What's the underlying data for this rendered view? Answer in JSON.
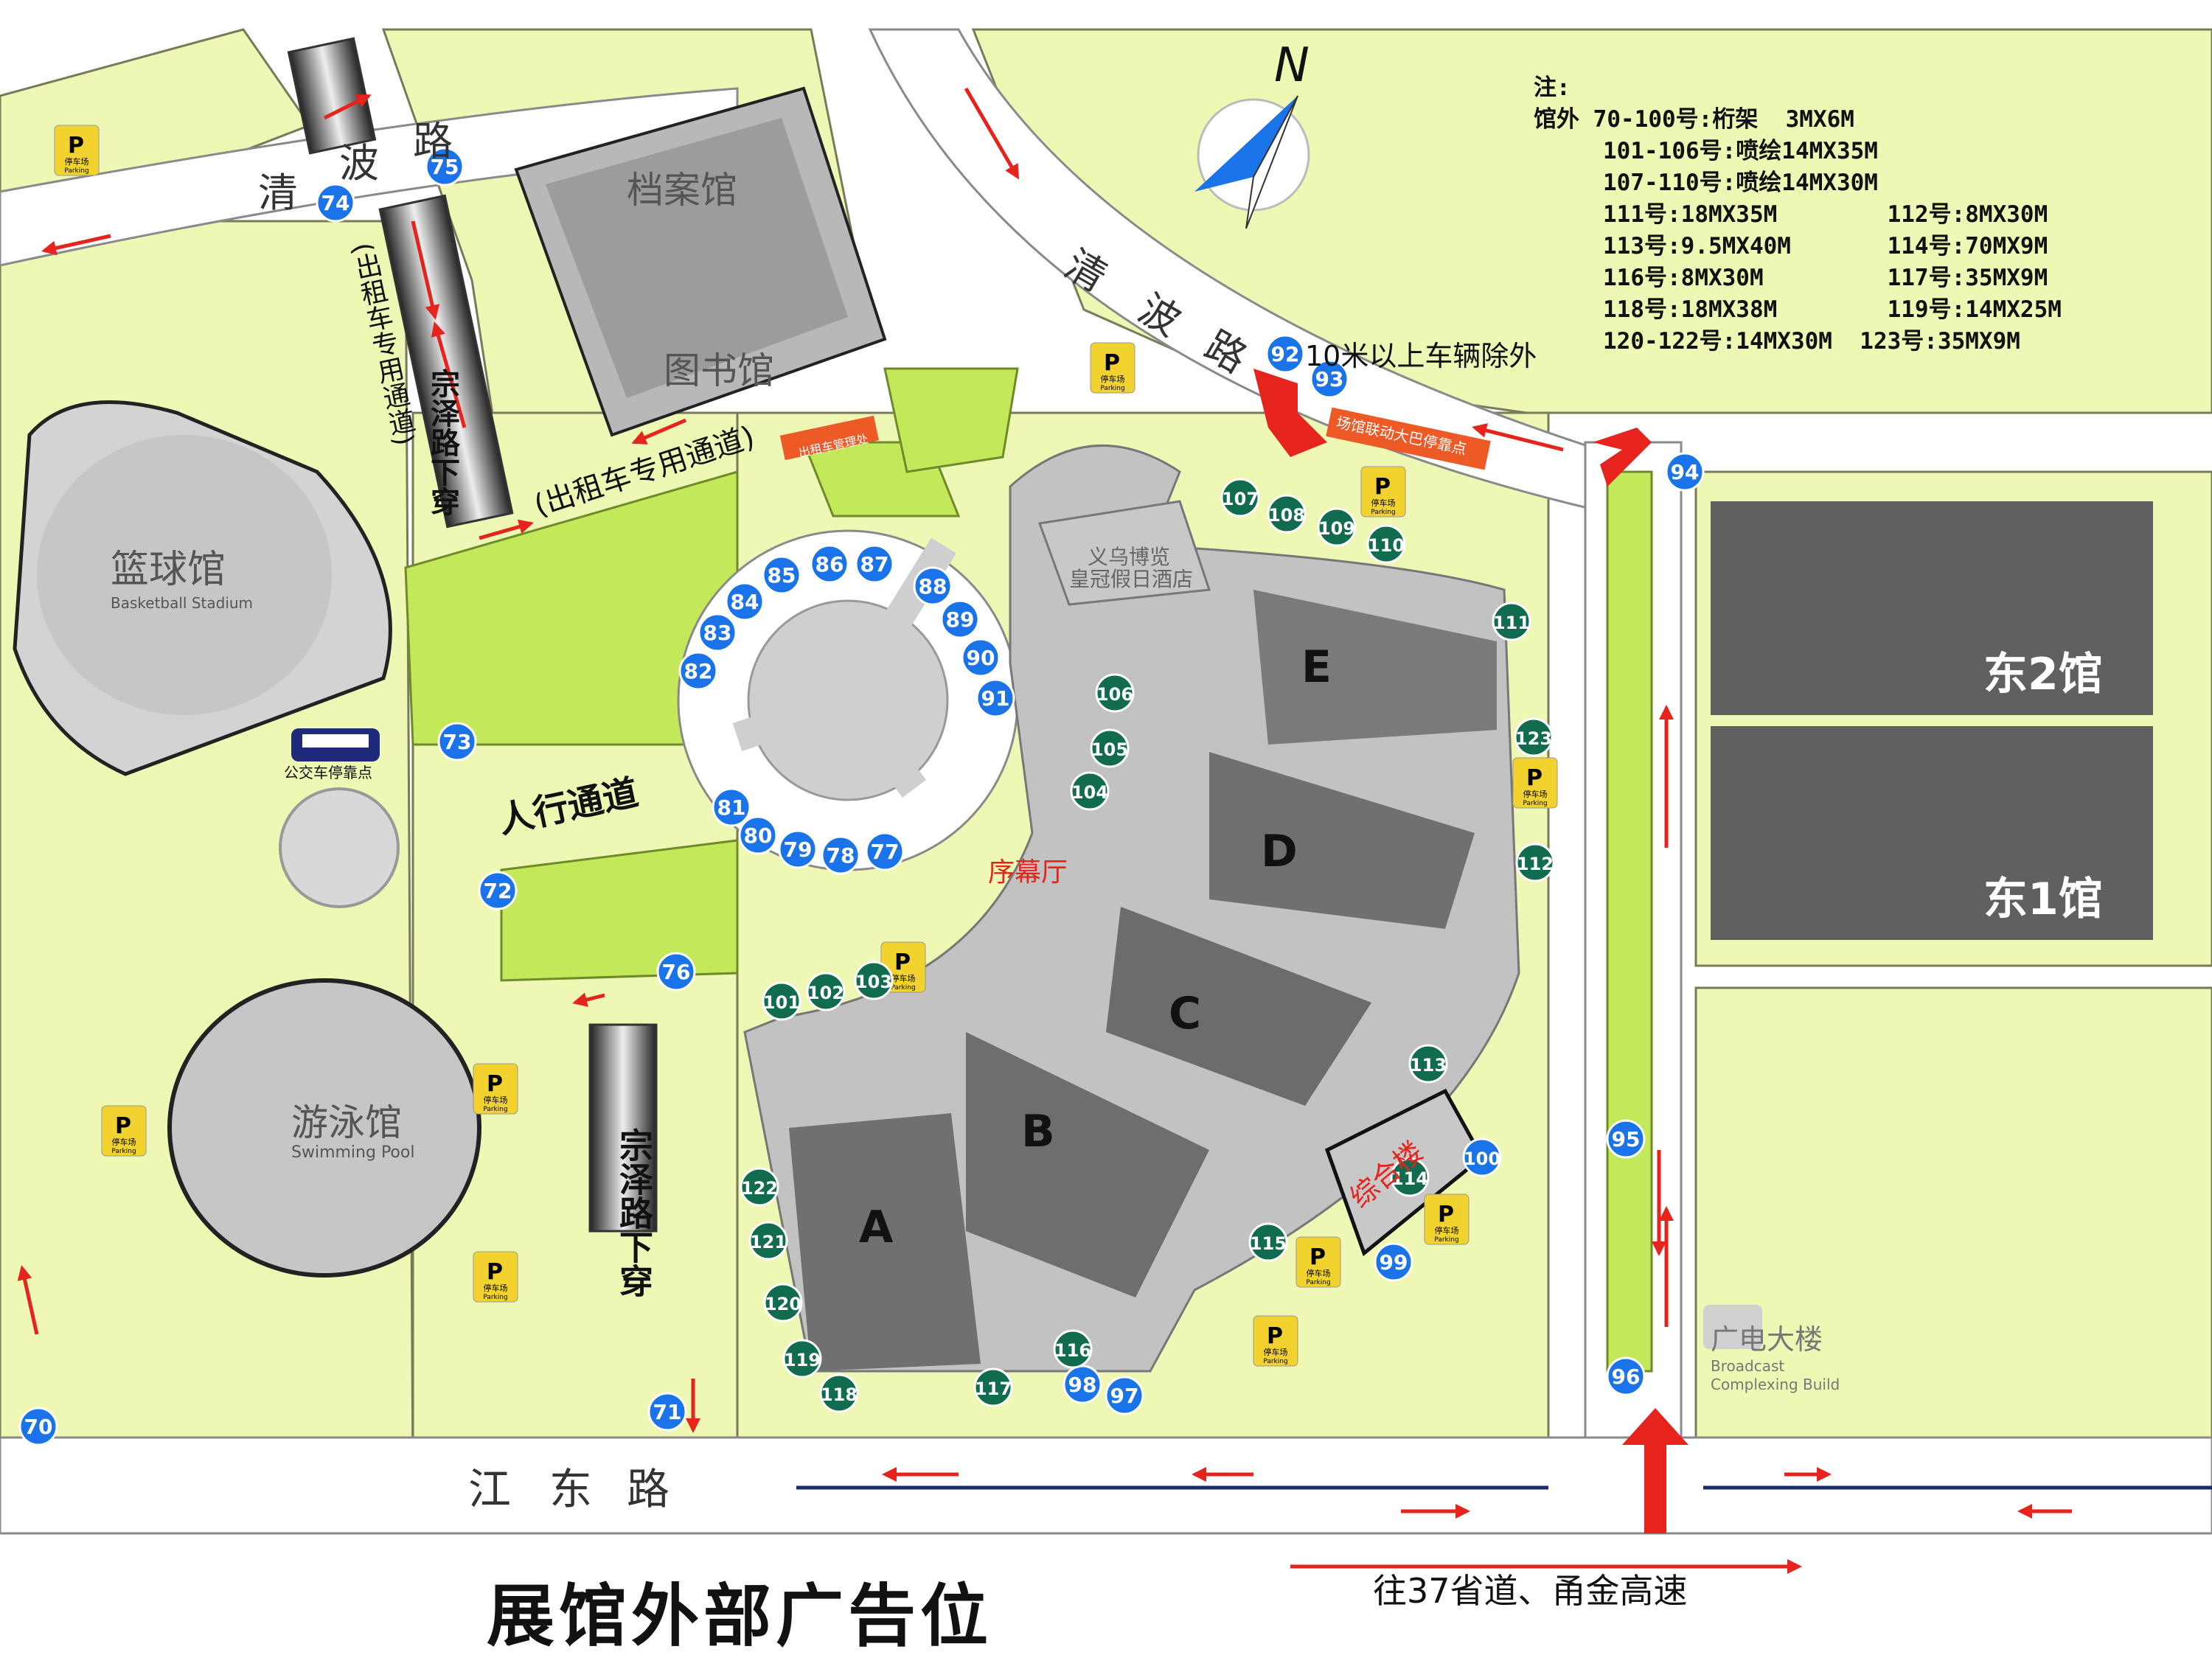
{
  "title": "展馆外部广告位",
  "destination": "往37省道、甬金高速",
  "vehicle_note": "10米以上车辆除外",
  "compass": "N",
  "legend": {
    "heading": "注:",
    "outdoor_label": "馆外",
    "lines": [
      "70-100号:桁架  3MX6M",
      "101-106号:喷绘14MX35M",
      "107-110号:喷绘14MX30M",
      "111号:18MX35M        112号:8MX30M",
      "113号:9.5MX40M       114号:70MX9M",
      "116号:8MX30M         117号:35MX9M",
      "118号:18MX38M        119号:14MX25M",
      "120-122号:14MX30M  123号:35MX9M"
    ]
  },
  "roads": {
    "qingbo_left": [
      "清",
      "波",
      "路"
    ],
    "qingbo_right": [
      "清",
      "波",
      "路"
    ],
    "jiangdong": [
      "江",
      "东",
      "路"
    ],
    "zongze_top": "宗泽路下穿",
    "zongze_bottom": "宗泽路下穿",
    "taxi_left": "(出租车专用通道)",
    "taxi_bottom": "(出租车专用通道)",
    "pedestrian": "人行通道"
  },
  "buildings": {
    "archive": "档案馆",
    "library": "图书馆",
    "basketball_cn": "篮球馆",
    "basketball_en": "Basketball Stadium",
    "swimming_cn": "游泳馆",
    "swimming_en": "Swimming Pool",
    "hotel_1": "义乌博览",
    "hotel_2": "皇冠假日酒店",
    "east2": "东2馆",
    "east1": "东1馆",
    "broadcast_cn": "广电大楼",
    "broadcast_en_1": "Broadcast",
    "broadcast_en_2": "Complexing Build",
    "complex": "综合楼",
    "prelude_hall": "序幕厅",
    "bus_stop": "公交车停靠点",
    "taxi_office": "出租车管理处",
    "shuttle_stop": "场馆联动大巴停靠点"
  },
  "halls": [
    "A",
    "B",
    "C",
    "D",
    "E"
  ],
  "parking": {
    "cn": "停车场",
    "en": "Parking"
  },
  "markers_blue": [
    "70",
    "71",
    "72",
    "73",
    "74",
    "75",
    "76",
    "77",
    "78",
    "79",
    "80",
    "81",
    "82",
    "83",
    "84",
    "85",
    "86",
    "87",
    "88",
    "89",
    "90",
    "91",
    "92",
    "93",
    "94",
    "95",
    "96",
    "97",
    "98",
    "99",
    "100"
  ],
  "markers_green": [
    "101",
    "102",
    "103",
    "104",
    "105",
    "106",
    "107",
    "108",
    "109",
    "110",
    "111",
    "112",
    "113",
    "114",
    "115",
    "116",
    "117",
    "118",
    "119",
    "120",
    "121",
    "122",
    "123"
  ],
  "colors": {
    "land": "#eef7b3",
    "lawn": "#c3e85a",
    "road": "#ffffff",
    "building": "#bdbdbd",
    "hall_dark": "#6b6b6b",
    "marker_blue": "#1a73e8",
    "marker_green": "#116b4e",
    "arrow_red": "#e6231d",
    "parking_yellow": "#f2d22e"
  }
}
